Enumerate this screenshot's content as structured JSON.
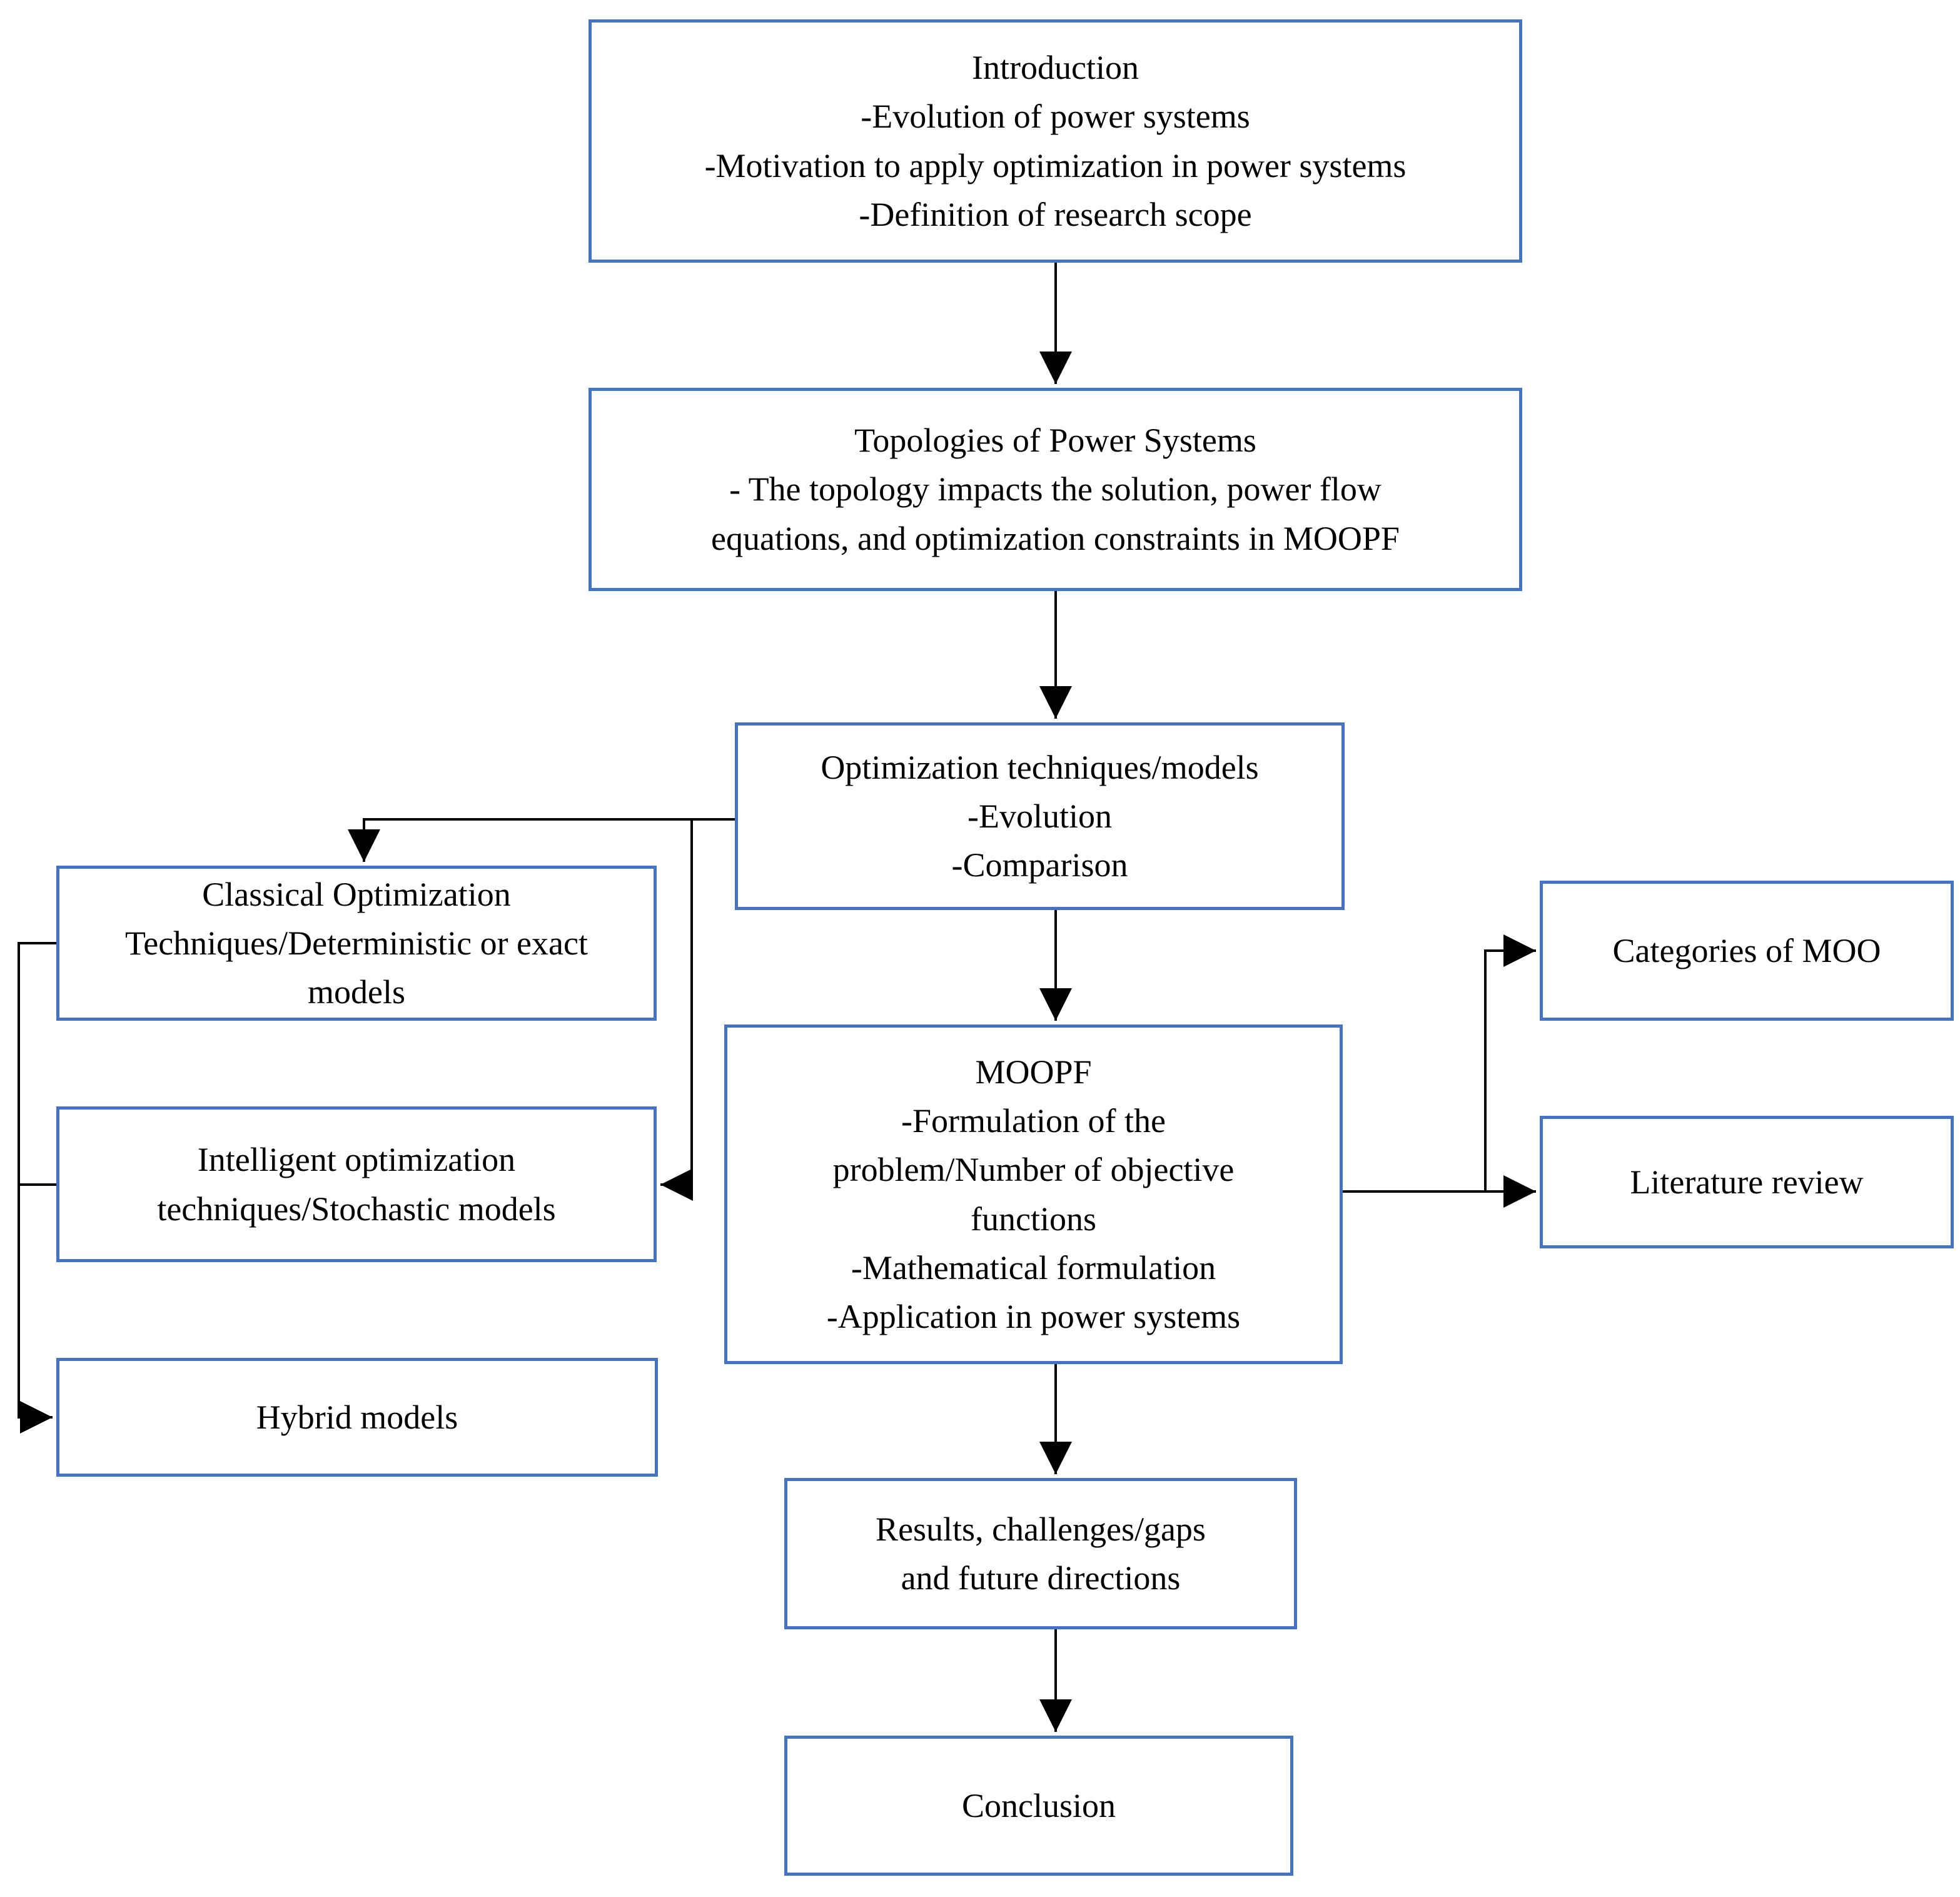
{
  "diagram": {
    "type": "flowchart",
    "background": "#ffffff",
    "colors": {
      "box_border": "#4472C4",
      "connector": "#000000",
      "text": "#000000"
    },
    "boxes": {
      "introduction": {
        "text": "Introduction\n-Evolution of power systems\n-Motivation to apply optimization in power systems\n-Definition of research scope"
      },
      "topologies": {
        "text": "Topologies of Power Systems\n- The topology impacts the solution, power flow\nequations, and optimization constraints in MOOPF"
      },
      "optimization": {
        "text": "Optimization techniques/models\n-Evolution\n-Comparison"
      },
      "classical": {
        "text": "Classical Optimization\nTechniques/Deterministic or exact\nmodels"
      },
      "intelligent": {
        "text": "Intelligent optimization\ntechniques/Stochastic models"
      },
      "hybrid": {
        "text": "Hybrid models"
      },
      "moopf": {
        "text": "MOOPF\n-Formulation of the\nproblem/Number of objective\nfunctions\n-Mathematical formulation\n-Application in power systems"
      },
      "categories": {
        "text": "Categories of MOO"
      },
      "literature": {
        "text": "Literature review"
      },
      "results": {
        "text": "Results, challenges/gaps\nand future directions"
      },
      "conclusion": {
        "text": "Conclusion"
      }
    },
    "connections": [
      {
        "from": "introduction",
        "to": "topologies",
        "arrow": true
      },
      {
        "from": "topologies",
        "to": "optimization",
        "arrow": true
      },
      {
        "from": "optimization",
        "to": "moopf",
        "arrow": true
      },
      {
        "from": "optimization",
        "to": "classical",
        "arrow": true
      },
      {
        "from": "optimization",
        "to": "intelligent",
        "arrow": true
      },
      {
        "from": "classical",
        "to": "hybrid",
        "arrow": true
      },
      {
        "from": "intelligent",
        "to": "hybrid",
        "arrow": true
      },
      {
        "from": "moopf",
        "to": "categories",
        "arrow": true
      },
      {
        "from": "moopf",
        "to": "literature",
        "arrow": true
      },
      {
        "from": "moopf",
        "to": "results",
        "arrow": true
      },
      {
        "from": "results",
        "to": "conclusion",
        "arrow": true
      }
    ]
  }
}
